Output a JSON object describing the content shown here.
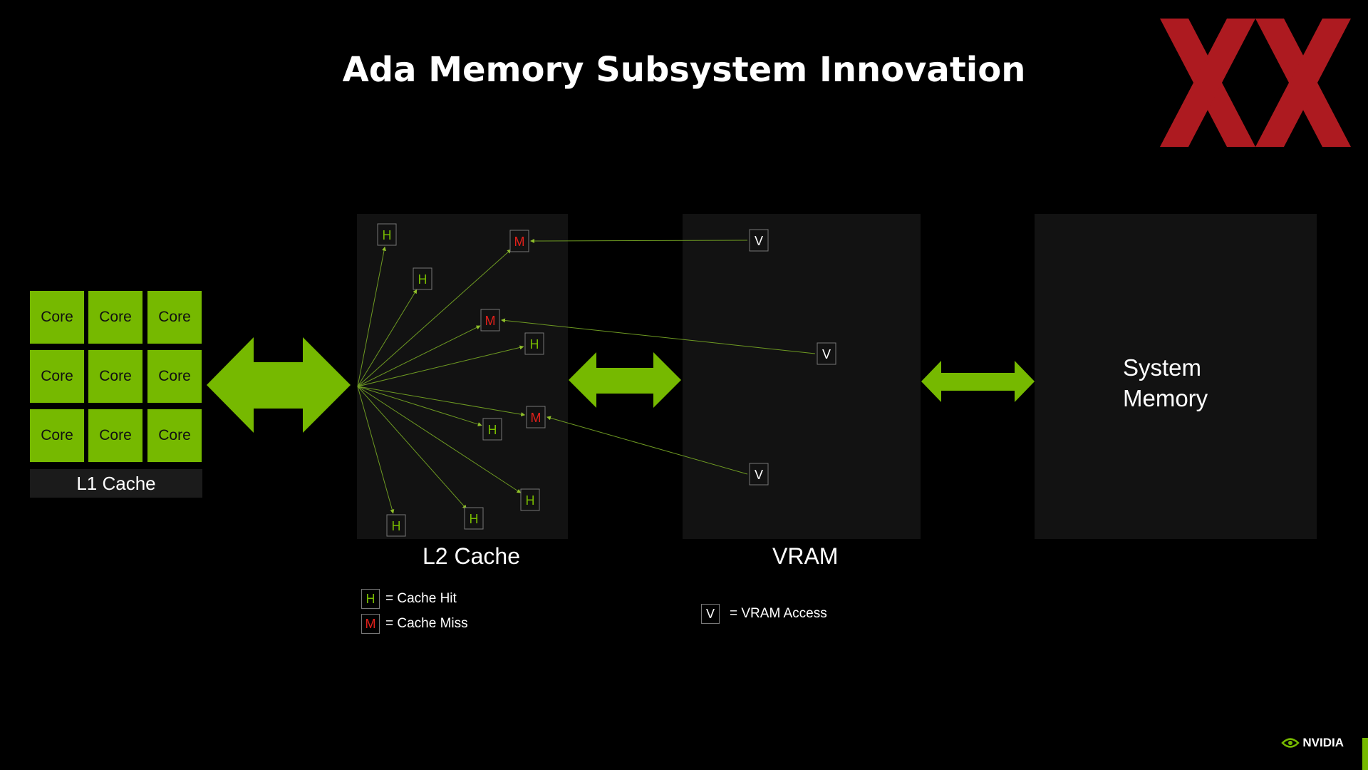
{
  "title": "Ada Memory Subsystem Innovation",
  "cores": [
    "Core",
    "Core",
    "Core",
    "Core",
    "Core",
    "Core",
    "Core",
    "Core",
    "Core"
  ],
  "l1_label": "L1 Cache",
  "l2_label": "L2 Cache",
  "vram_label": "VRAM",
  "system_memory": {
    "line1": "System",
    "line2": "Memory"
  },
  "cache_markers": [
    {
      "kind": "H"
    },
    {
      "kind": "H"
    },
    {
      "kind": "M"
    },
    {
      "kind": "M"
    },
    {
      "kind": "H"
    },
    {
      "kind": "H"
    },
    {
      "kind": "M"
    },
    {
      "kind": "H"
    },
    {
      "kind": "H"
    },
    {
      "kind": "H"
    }
  ],
  "vram_markers": [
    "V",
    "V",
    "V"
  ],
  "legend": {
    "hit_symbol": "H",
    "hit_text": "=  Cache Hit",
    "miss_symbol": "M",
    "miss_text": "=  Cache Miss",
    "vram_symbol": "V",
    "vram_text": "= VRAM Access"
  },
  "logo_text": "NVIDIA",
  "colors": {
    "accent": "#76b900",
    "miss": "#e0201a",
    "panel": "#121212",
    "logo_red": "#b71c22"
  }
}
